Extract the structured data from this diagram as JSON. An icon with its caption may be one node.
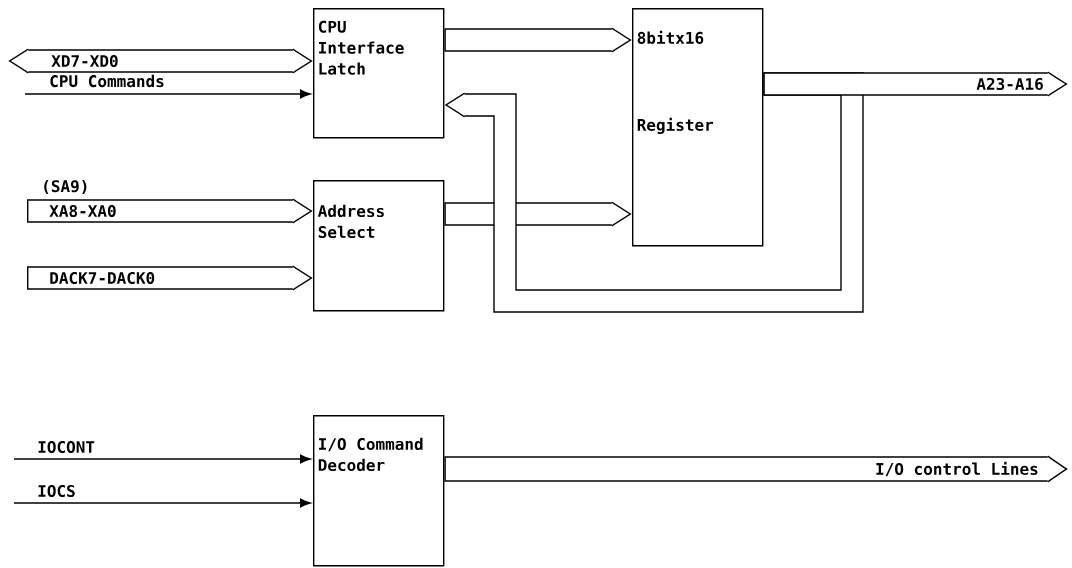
{
  "diagram": {
    "nodes": [
      {
        "text": [
          "CPU Interface Latch"
        ]
      },
      {
        "text": [
          "8bitx16",
          "Register"
        ]
      },
      {
        "text": [
          "Address Select"
        ]
      },
      {
        "text": [
          "I/O Command Decoder"
        ]
      }
    ],
    "edges": [
      {
        "from": null,
        "to": 0,
        "arrow": "both",
        "label": "XD7-XD0"
      },
      {
        "from": null,
        "to": 0,
        "arrow": "to",
        "label": "CPU Commands"
      },
      {
        "from": 0,
        "to": 1,
        "arrow": "to"
      },
      {
        "from": 1,
        "to": null,
        "arrow": "to",
        "label": "A23-A16"
      },
      {
        "from": 1,
        "to": 0,
        "arrow": "to"
      },
      {
        "from": 2,
        "to": 1,
        "arrow": "to"
      },
      {
        "from": null,
        "to": 2,
        "arrow": "to",
        "label": "XA8-XA0"
      },
      {
        "from": null,
        "to": 2,
        "arrow": "to",
        "label": "DACK7-DACK0"
      },
      {
        "from": null,
        "to": 3,
        "arrow": "to",
        "label": "IOCONT"
      },
      {
        "from": null,
        "to": 3,
        "arrow": "to",
        "label": "IOCS"
      },
      {
        "from": 3,
        "to": null,
        "arrow": "to",
        "label": "I/O control Lines"
      }
    ],
    "labels": [
      "(SA9)"
    ]
  }
}
